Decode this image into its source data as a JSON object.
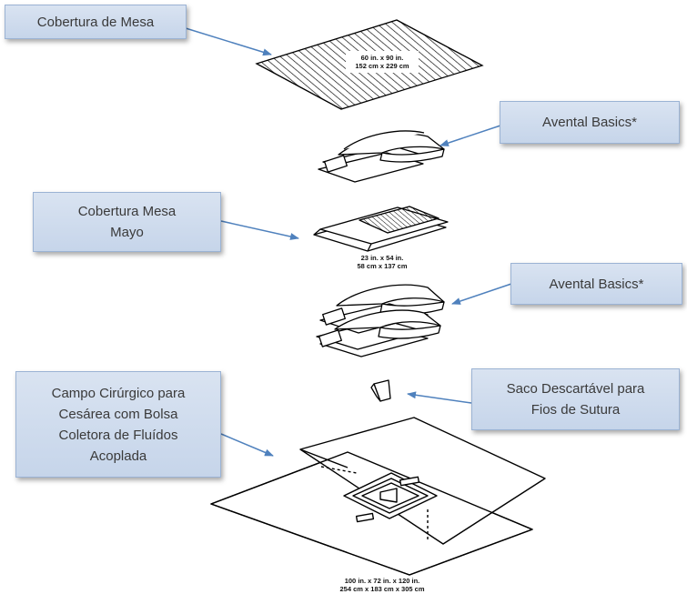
{
  "callouts": {
    "table_cover": "Cobertura de Mesa",
    "gown_1": "Avental Basics*",
    "mayo_cover": {
      "line1": "Cobertura Mesa",
      "line2": "Mayo"
    },
    "gown_2": "Avental Basics*",
    "suture_bag": {
      "line1": "Saco Descartável para",
      "line2": "Fios de Sutura"
    },
    "cesarean_drape": {
      "line1": "Campo Cirúrgico  para",
      "line2": "Cesárea com Bolsa",
      "line3": "Coletora de Fluídos",
      "line4": "Acoplada"
    }
  },
  "dimensions": {
    "table_cover": {
      "line1": "60 in. x 90 in.",
      "line2": "152 cm x 229 cm"
    },
    "mayo_cover": {
      "line1": "23 in. x 54 in.",
      "line2": "58 cm x 137 cm"
    },
    "cesarean_drape": {
      "line1": "100 in. x 72 in. x 120 in.",
      "line2": "254 cm x 183 cm x 305 cm"
    }
  },
  "colors": {
    "callout_fill": "#cfdcee",
    "callout_border": "#9bb3d4",
    "arrow": "#4f81bd",
    "line_art": "#000000"
  }
}
